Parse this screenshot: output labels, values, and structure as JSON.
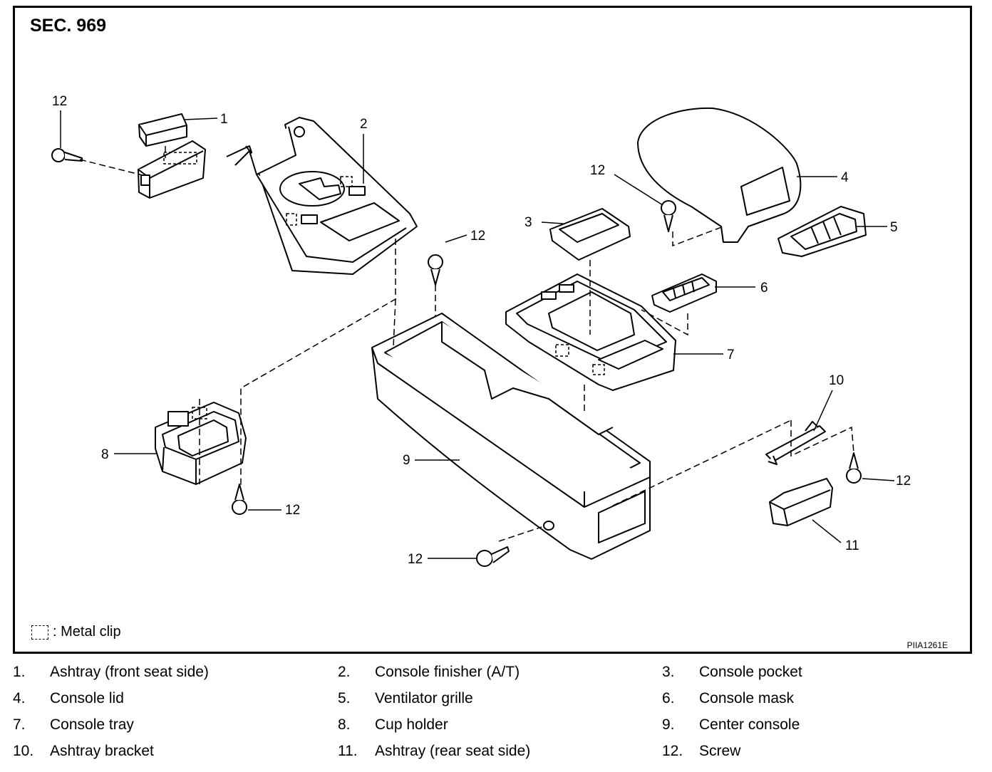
{
  "section": "SEC. 969",
  "legend": {
    "symbol_label": ": Metal clip"
  },
  "figure_id": "PIIA1261E",
  "callouts": {
    "c1": "1",
    "c2": "2",
    "c3": "3",
    "c4": "4",
    "c5": "5",
    "c6": "6",
    "c7": "7",
    "c8": "8",
    "c9": "9",
    "c10": "10",
    "c11": "11",
    "c12a": "12",
    "c12b": "12",
    "c12c": "12",
    "c12d": "12",
    "c12e": "12",
    "c12f": "12"
  },
  "parts": [
    {
      "num": "1.",
      "name": "Ashtray (front seat side)"
    },
    {
      "num": "2.",
      "name": "Console finisher (A/T)"
    },
    {
      "num": "3.",
      "name": "Console pocket"
    },
    {
      "num": "4.",
      "name": "Console lid"
    },
    {
      "num": "5.",
      "name": "Ventilator grille"
    },
    {
      "num": "6.",
      "name": "Console mask"
    },
    {
      "num": "7.",
      "name": "Console tray"
    },
    {
      "num": "8.",
      "name": "Cup holder"
    },
    {
      "num": "9.",
      "name": "Center console"
    },
    {
      "num": "10.",
      "name": "Ashtray bracket"
    },
    {
      "num": "11.",
      "name": "Ashtray (rear seat side)"
    },
    {
      "num": "12.",
      "name": "Screw"
    }
  ]
}
